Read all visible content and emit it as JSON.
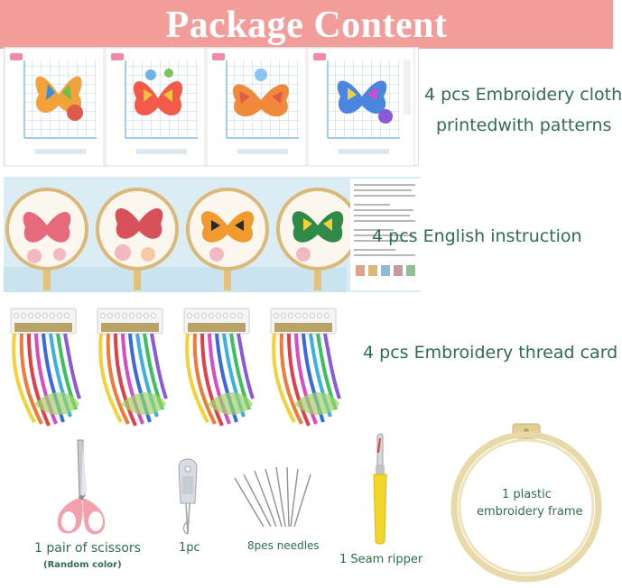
{
  "banner": {
    "title": "Package Content"
  },
  "rows": {
    "cloth": {
      "line1": "4 pcs Embroidery cloth",
      "line2": "printedwith patterns"
    },
    "instruction": {
      "label": "4 pcs English instruction"
    },
    "thread": {
      "label": "4 pcs Embroidery thread card"
    }
  },
  "tools": {
    "scissors": {
      "label": "1 pair of scissors",
      "note": "(Random color)"
    },
    "threader": {
      "label": "1pc"
    },
    "needles": {
      "label": "8pes needles"
    },
    "ripper": {
      "label": "1 Seam ripper"
    },
    "frame": {
      "line1": "1 plastic",
      "line2": "embroidery frame"
    }
  },
  "colors": {
    "banner": "#f39d9b",
    "text": "#2f6e4c",
    "frame": "#e8d9a8",
    "scissors": "#f4a0ac"
  },
  "icons": [
    "butterfly-pattern-icon",
    "butterfly-hoop-icon",
    "thread-card-icon",
    "scissors-icon",
    "needle-threader-icon",
    "needles-icon",
    "seam-ripper-icon",
    "hoop-frame-icon"
  ]
}
